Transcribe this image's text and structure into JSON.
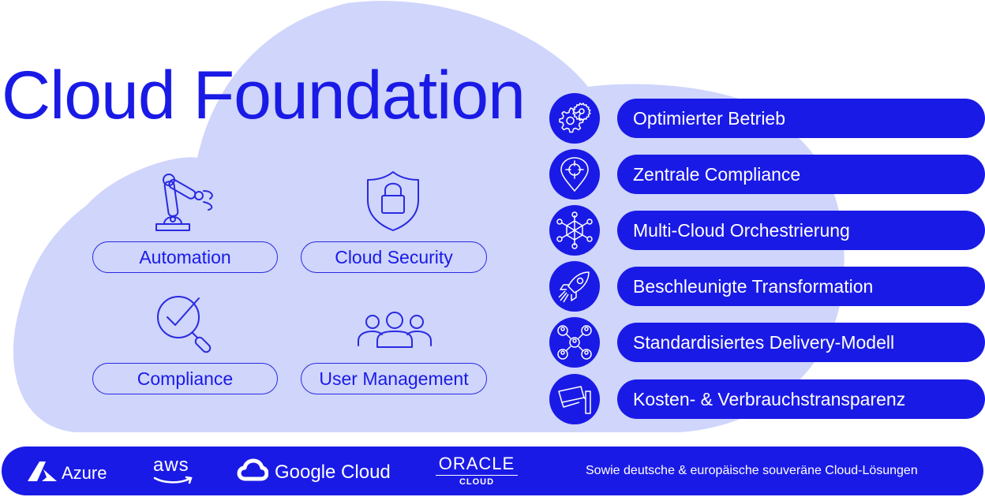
{
  "title": "Cloud Foundation",
  "colors": {
    "brand": "#1a1ae6",
    "cloud": "#cfd5fb",
    "text_on_brand": "#ffffff"
  },
  "features": [
    {
      "label": "Automation",
      "icon": "robot-arm-icon"
    },
    {
      "label": "Cloud Security",
      "icon": "shield-lock-icon"
    },
    {
      "label": "Compliance",
      "icon": "magnifier-check-icon"
    },
    {
      "label": "User Management",
      "icon": "user-group-icon"
    }
  ],
  "benefits": [
    {
      "label": "Optimierter Betrieb",
      "icon": "gears-icon"
    },
    {
      "label": "Zentrale Compliance",
      "icon": "location-target-icon"
    },
    {
      "label": "Multi-Cloud Orchestrierung",
      "icon": "network-hub-icon"
    },
    {
      "label": "Beschleunigte Transformation",
      "icon": "rocket-icon"
    },
    {
      "label": "Standardisiertes Delivery-Modell",
      "icon": "people-network-icon"
    },
    {
      "label": "Kosten- & Verbrauchstransparenz",
      "icon": "security-camera-icon"
    }
  ],
  "providers": {
    "azure": "Azure",
    "aws": "aws",
    "google": "Google Cloud",
    "oracle": "ORACLE",
    "oracle_sub": "CLOUD"
  },
  "footer_note": "Sowie deutsche & europäische souveräne Cloud-Lösungen"
}
